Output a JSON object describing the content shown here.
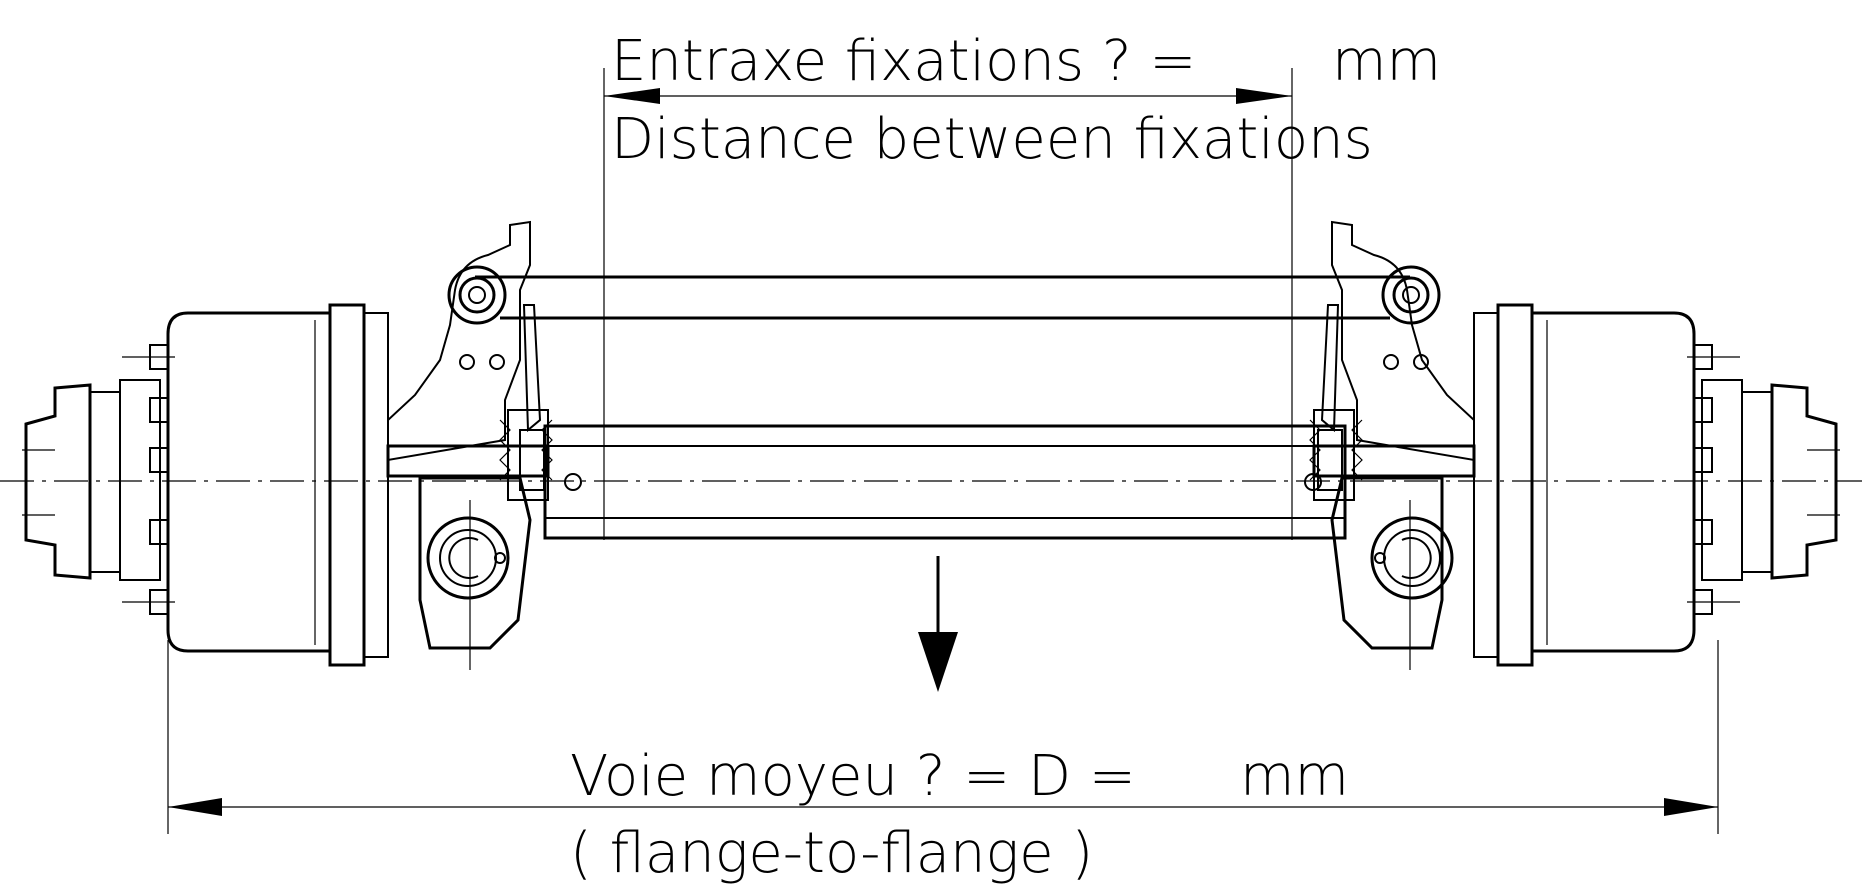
{
  "diagram": {
    "top_dimension": {
      "line1": "Entraxe fixations ? =",
      "unit": "mm",
      "line2": "Distance between fixations"
    },
    "bottom_dimension": {
      "line1": "Voie moyeu ? = D =",
      "unit": "mm",
      "line2": "( flange-to-flange )"
    }
  }
}
